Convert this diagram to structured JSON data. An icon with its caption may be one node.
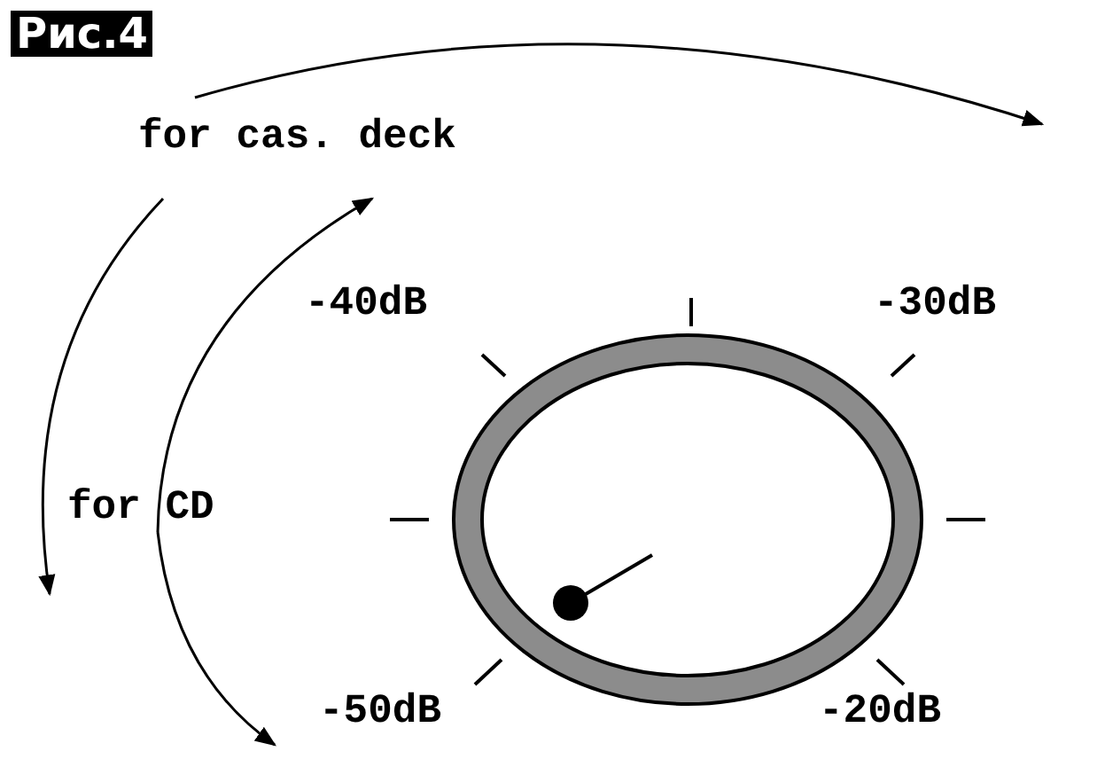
{
  "diagram": {
    "title": "Рис.4",
    "labels": [
      "for cas. deck",
      "-40dB",
      "-30dB",
      "for CD",
      "-50dB",
      "-20dB"
    ]
  }
}
